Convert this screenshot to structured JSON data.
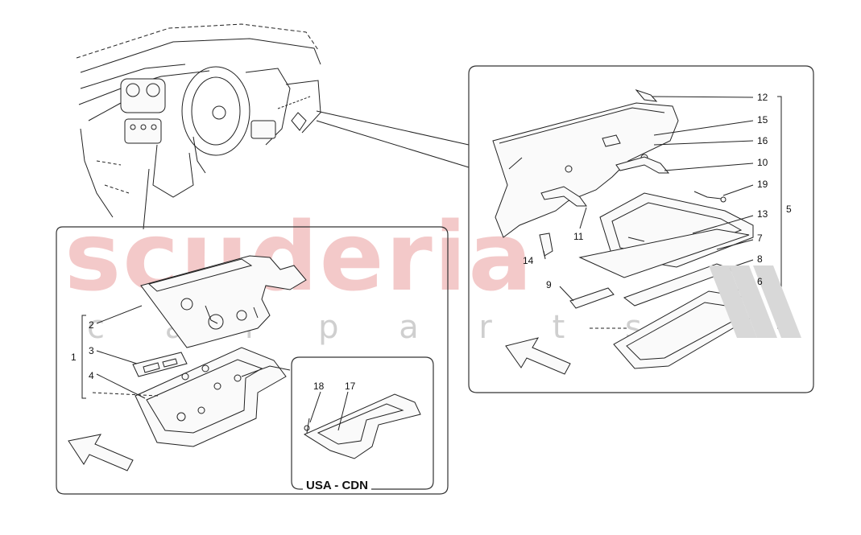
{
  "watermark": {
    "brand": "scuderia",
    "subtitle": "c a r p a r t s"
  },
  "callouts": {
    "left": [
      "2",
      "3",
      "1",
      "4"
    ],
    "usa": [
      "18",
      "17"
    ],
    "right": [
      "12",
      "15",
      "16",
      "10",
      "19",
      "13",
      "5",
      "7",
      "8",
      "6",
      "11",
      "14",
      "9"
    ]
  },
  "region_label": "USA - CDN",
  "colors": {
    "line": "#222222",
    "watermark_red": "#f0b8b8",
    "watermark_grey": "#cfcfcf"
  },
  "icons": [
    "direction-arrow-icon",
    "scuderia-chevrons-icon"
  ]
}
